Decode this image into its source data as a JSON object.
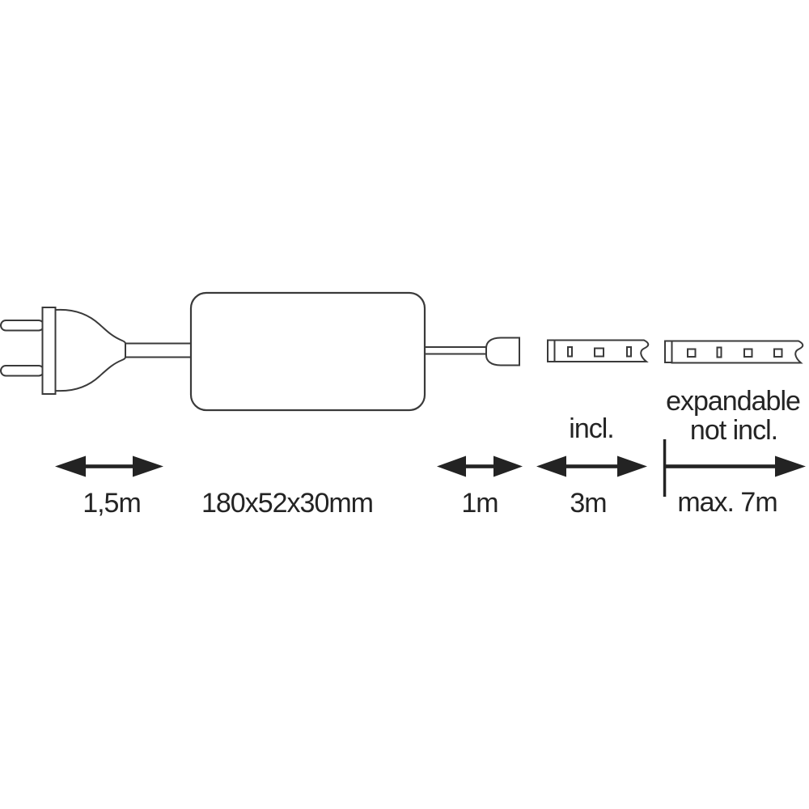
{
  "diagram": {
    "description": "LED strip set dimension diagram: power plug, power supply unit, connector cable, included LED strip and expandable LED strip with dimension arrows",
    "colors": {
      "background": "#ffffff",
      "outline": "#3a3a3a",
      "solid": "#232323",
      "text": "#242424"
    },
    "icons": [
      "power-plug-icon",
      "power-supply-box-icon",
      "strip-connector-icon",
      "led-strip-included-icon",
      "led-strip-expansion-icon"
    ],
    "labels": {
      "plug_cable_length": "1,5m",
      "power_supply_size": "180x52x30mm",
      "output_cable_length": "1m",
      "included_strip_length": "3m",
      "included_note": "incl.",
      "expandable_note_line1": "expandable",
      "expandable_note_line2": "not incl.",
      "max_expansion_length": "max. 7m"
    }
  }
}
